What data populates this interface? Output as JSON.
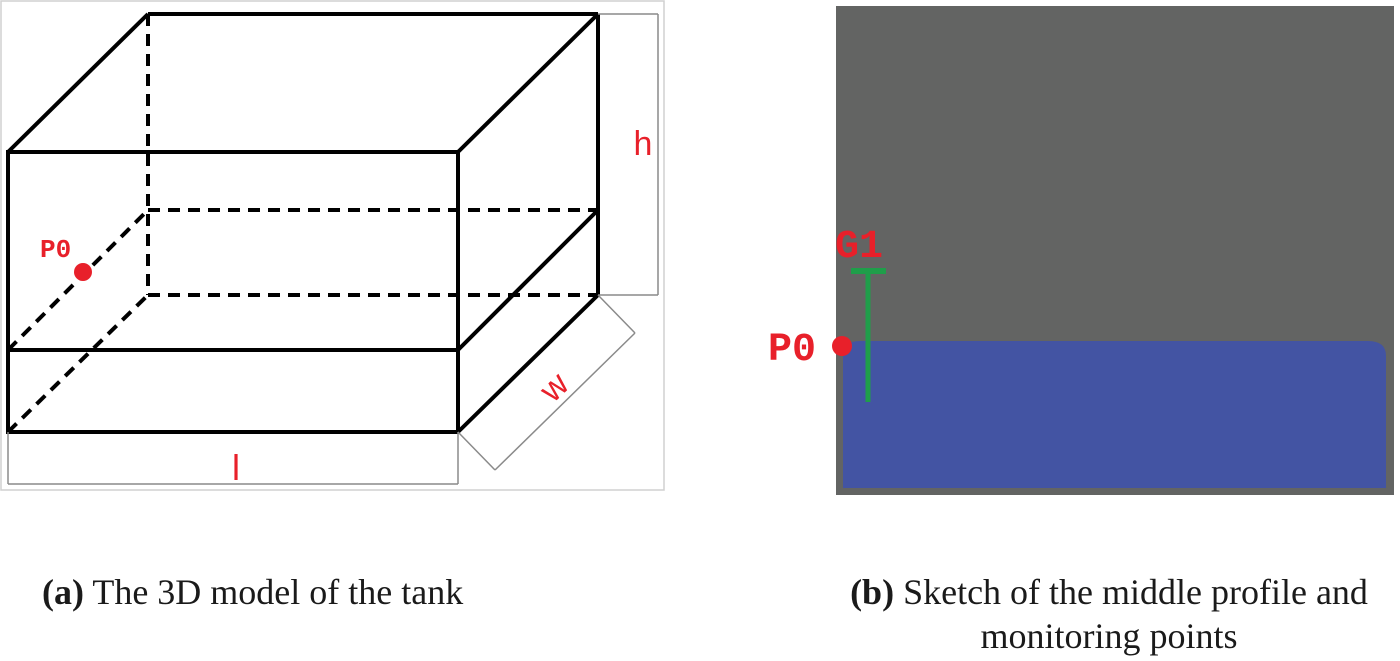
{
  "panel_a": {
    "label_h": "h",
    "label_w": "w",
    "label_l": "l",
    "point_label": "P0",
    "caption_tag": "(a)",
    "caption_text": " The 3D model of the tank"
  },
  "panel_b": {
    "gauge_label": "G1",
    "point_label": "P0",
    "caption_tag": "(b)",
    "caption_text": " Sketch of the middle profile and monitoring points"
  },
  "colors": {
    "label_red": "#e8202a",
    "air_gray": "#636463",
    "water_blue": "#4354a3",
    "gauge_green": "#1f9e4a",
    "edge_black": "#000000",
    "dim_gray": "#8a8a8a"
  }
}
